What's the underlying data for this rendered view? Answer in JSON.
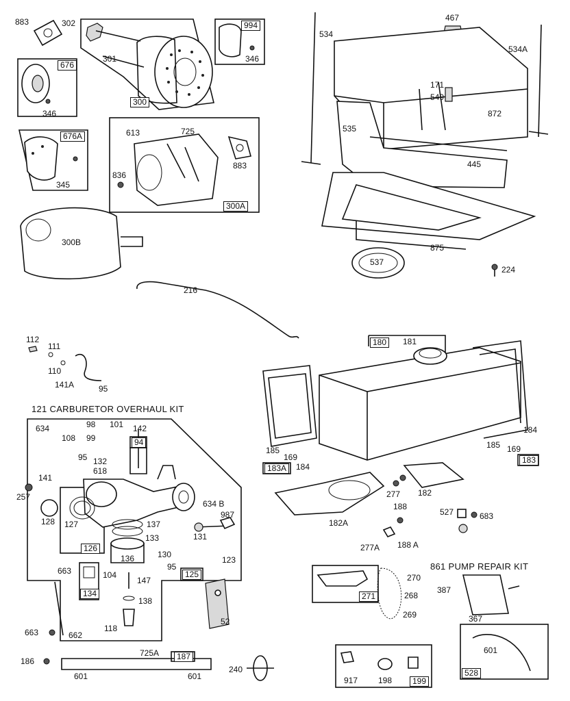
{
  "titles": {
    "carburetor_kit": "121 CARBURETOR OVERHAUL KIT",
    "pump_kit": "861 PUMP REPAIR KIT"
  },
  "boxed": {
    "b676": "676",
    "b300": "300",
    "b994": "994",
    "b676a": "676A",
    "b300a": "300A",
    "b180": "180",
    "b183a": "183A",
    "b183": "183",
    "b94": "94",
    "b126": "126",
    "b125": "125",
    "b134": "134",
    "b271": "271",
    "b187": "187",
    "b528": "528",
    "b199": "199"
  },
  "labels": {
    "p883a": "883",
    "p302": "302",
    "p301": "301",
    "p346a": "346",
    "p346b": "346",
    "p345": "345",
    "p613": "613",
    "p725": "725",
    "p836": "836",
    "p883b": "883",
    "p300b": "300B",
    "p534": "534",
    "p467": "467",
    "p534a": "534A",
    "p171": "171",
    "p549": "549",
    "p872": "872",
    "p535": "535",
    "p445": "445",
    "p875": "875",
    "p537": "537",
    "p224": "224",
    "p216": "216",
    "p112": "112",
    "p111": "111",
    "p110": "110",
    "p141a": "141A",
    "p95a": "95",
    "p634": "634",
    "p108": "108",
    "p98": "98",
    "p101": "101",
    "p142": "142",
    "p99": "99",
    "p95b": "95",
    "p132": "132",
    "p141": "141",
    "p618": "618",
    "p257": "257",
    "p128": "128",
    "p127": "127",
    "p137": "137",
    "p634b": "634 B",
    "p987": "987",
    "p131": "131",
    "p133": "133",
    "p136": "136",
    "p130": "130",
    "p95c": "95",
    "p104": "104",
    "p123": "123",
    "p663a": "663",
    "p147": "147",
    "p138": "138",
    "p118": "118",
    "p52": "52",
    "p663b": "663",
    "p662": "662",
    "p186": "186",
    "p725a": "725A",
    "p601a": "601",
    "p601b": "601",
    "p240": "240",
    "p181": "181",
    "p185a": "185",
    "p169a": "169",
    "p184a": "184",
    "p184b": "184",
    "p185b": "185",
    "p169b": "169",
    "p277": "277",
    "p182": "182",
    "p182a": "182A",
    "p188": "188",
    "p527": "527",
    "p683": "683",
    "p277a": "277A",
    "p188a": "188 A",
    "p270": "270",
    "p268": "268",
    "p269": "269",
    "p387a": "387",
    "p367": "367",
    "p601c": "601",
    "p917": "917",
    "p198": "198"
  }
}
